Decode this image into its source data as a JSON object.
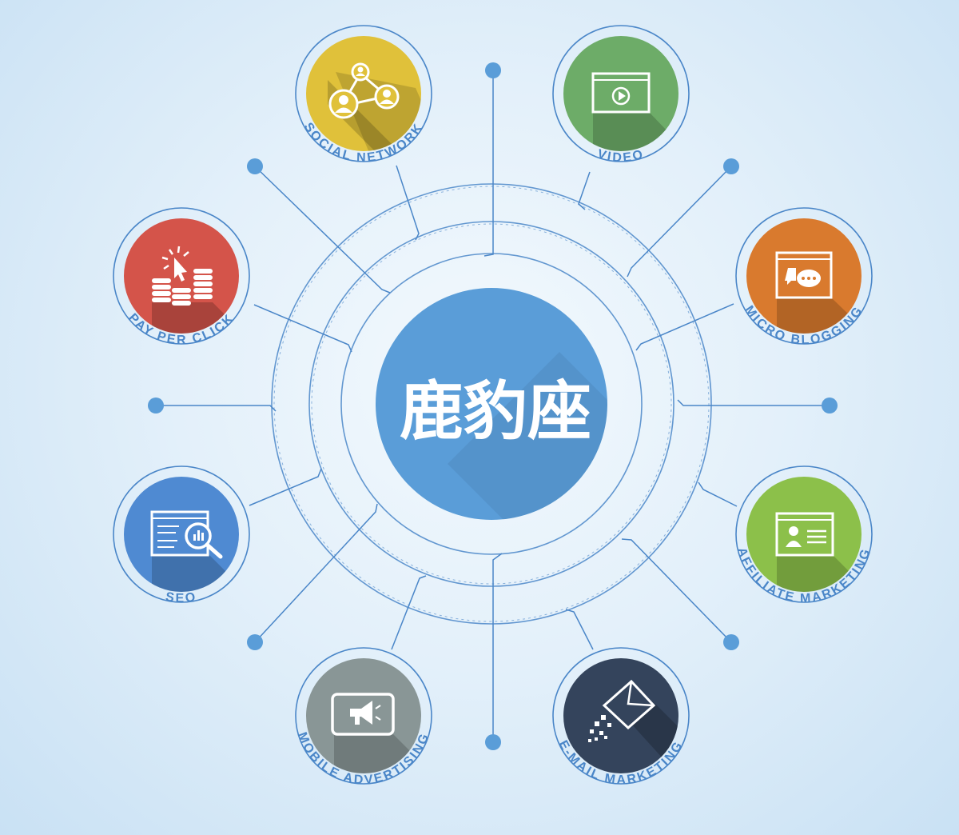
{
  "hub": {
    "title": "鹿豹座",
    "color": "#5a9dd8"
  },
  "nodes": [
    {
      "id": "social-network",
      "label": "SOCIAL NETWORK",
      "color": "#e0c13a",
      "icon": "people-network-icon"
    },
    {
      "id": "video",
      "label": "VIDEO",
      "color": "#6dac68",
      "icon": "video-player-icon"
    },
    {
      "id": "micro-blogging",
      "label": "MICRO BLOGGING",
      "color": "#d97a2e",
      "icon": "chat-bubbles-icon"
    },
    {
      "id": "affiliate-marketing",
      "label": "AFFILIATE MARKETING",
      "color": "#8cc04a",
      "icon": "profile-card-icon"
    },
    {
      "id": "e-mail-marketing",
      "label": "E-MAIL MARKETING",
      "color": "#34445c",
      "icon": "envelope-icon"
    },
    {
      "id": "mobile-advertising",
      "label": "MOBILE ADVERTISING",
      "color": "#899696",
      "icon": "megaphone-tablet-icon"
    },
    {
      "id": "seo",
      "label": "SEO",
      "color": "#4f8ad2",
      "icon": "magnifier-chart-icon"
    },
    {
      "id": "pay-per-click",
      "label": "PAY PER CLICK",
      "color": "#d4544a",
      "icon": "coins-cursor-icon"
    }
  ],
  "line_color": "#4a86c8",
  "dot_color": "#5a9dd8"
}
